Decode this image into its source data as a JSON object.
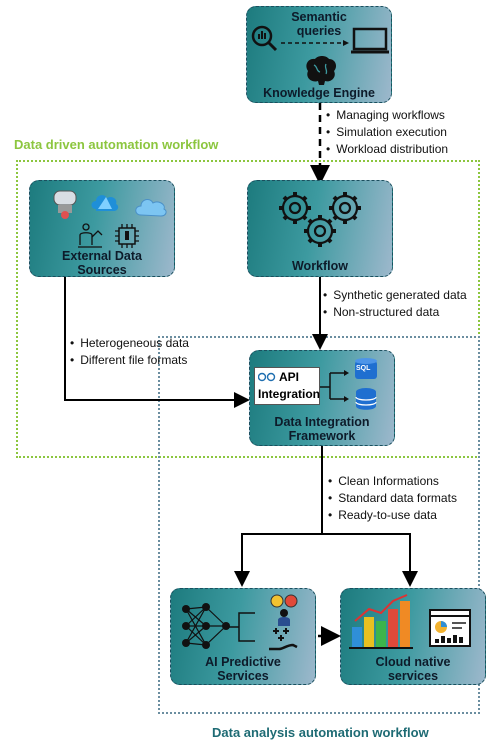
{
  "knowledge_engine": {
    "title_top": "Semantic",
    "title_top2": "queries",
    "title_bottom": "Knowledge Engine",
    "icons": [
      "search-chart-icon",
      "monitor-icon",
      "brain-icon"
    ],
    "bullets": [
      "Managing workflows",
      "Simulation execution",
      "Workload distribution"
    ]
  },
  "data_driven_section": {
    "title": "Data driven automation workflow",
    "color": "#8cc63f"
  },
  "data_analysis_section": {
    "title": "Data analysis automation workflow",
    "color": "#1e6b74"
  },
  "external_sources": {
    "label_line1": "External Data",
    "label_line2": "Sources",
    "icons": [
      "sensor-icon",
      "azure-cloud-icon",
      "cloud-icon",
      "robot-icon",
      "chip-icon"
    ],
    "bullets": [
      "Heterogeneous data",
      "Different file formats"
    ]
  },
  "workflow": {
    "label": "Workflow",
    "icons": [
      "gears-icon"
    ],
    "bullets": [
      "Synthetic generated data",
      "Non-structured data"
    ]
  },
  "integration": {
    "api_line1": "API",
    "api_line2": "Integration",
    "label_line1": "Data Integration",
    "label_line2": "Framework",
    "sql": "SQL",
    "bullets": [
      "Clean Informations",
      "Standard data formats",
      "Ready-to-use data"
    ]
  },
  "ai_services": {
    "label_line1": "AI Predictive",
    "label_line2": "Services",
    "icons": [
      "neural-network-icon",
      "person-decision-icon",
      "hand-plus-icon"
    ]
  },
  "cloud_services": {
    "label_line1": "Cloud native",
    "label_line2": "services",
    "icons": [
      "bar-chart-icon",
      "dashboard-icon"
    ]
  }
}
